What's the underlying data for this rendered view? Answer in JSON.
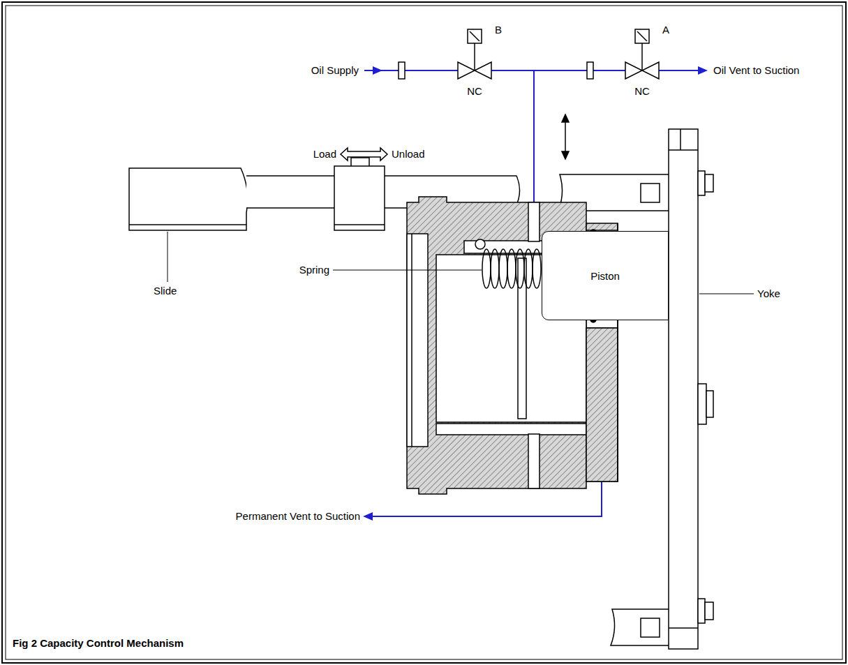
{
  "diagram": {
    "caption": "Fig 2 Capacity Control Mechanism",
    "nodes": [
      {
        "text": [
          "Piston"
        ]
      }
    ],
    "labels": [
      "B",
      "A",
      "Oil Supply",
      "NC",
      "NC",
      "Oil Vent to Suction",
      "Load",
      "Unload",
      "Slide",
      "Yoke",
      "Spring",
      "Permanent Vent to Suction"
    ]
  }
}
